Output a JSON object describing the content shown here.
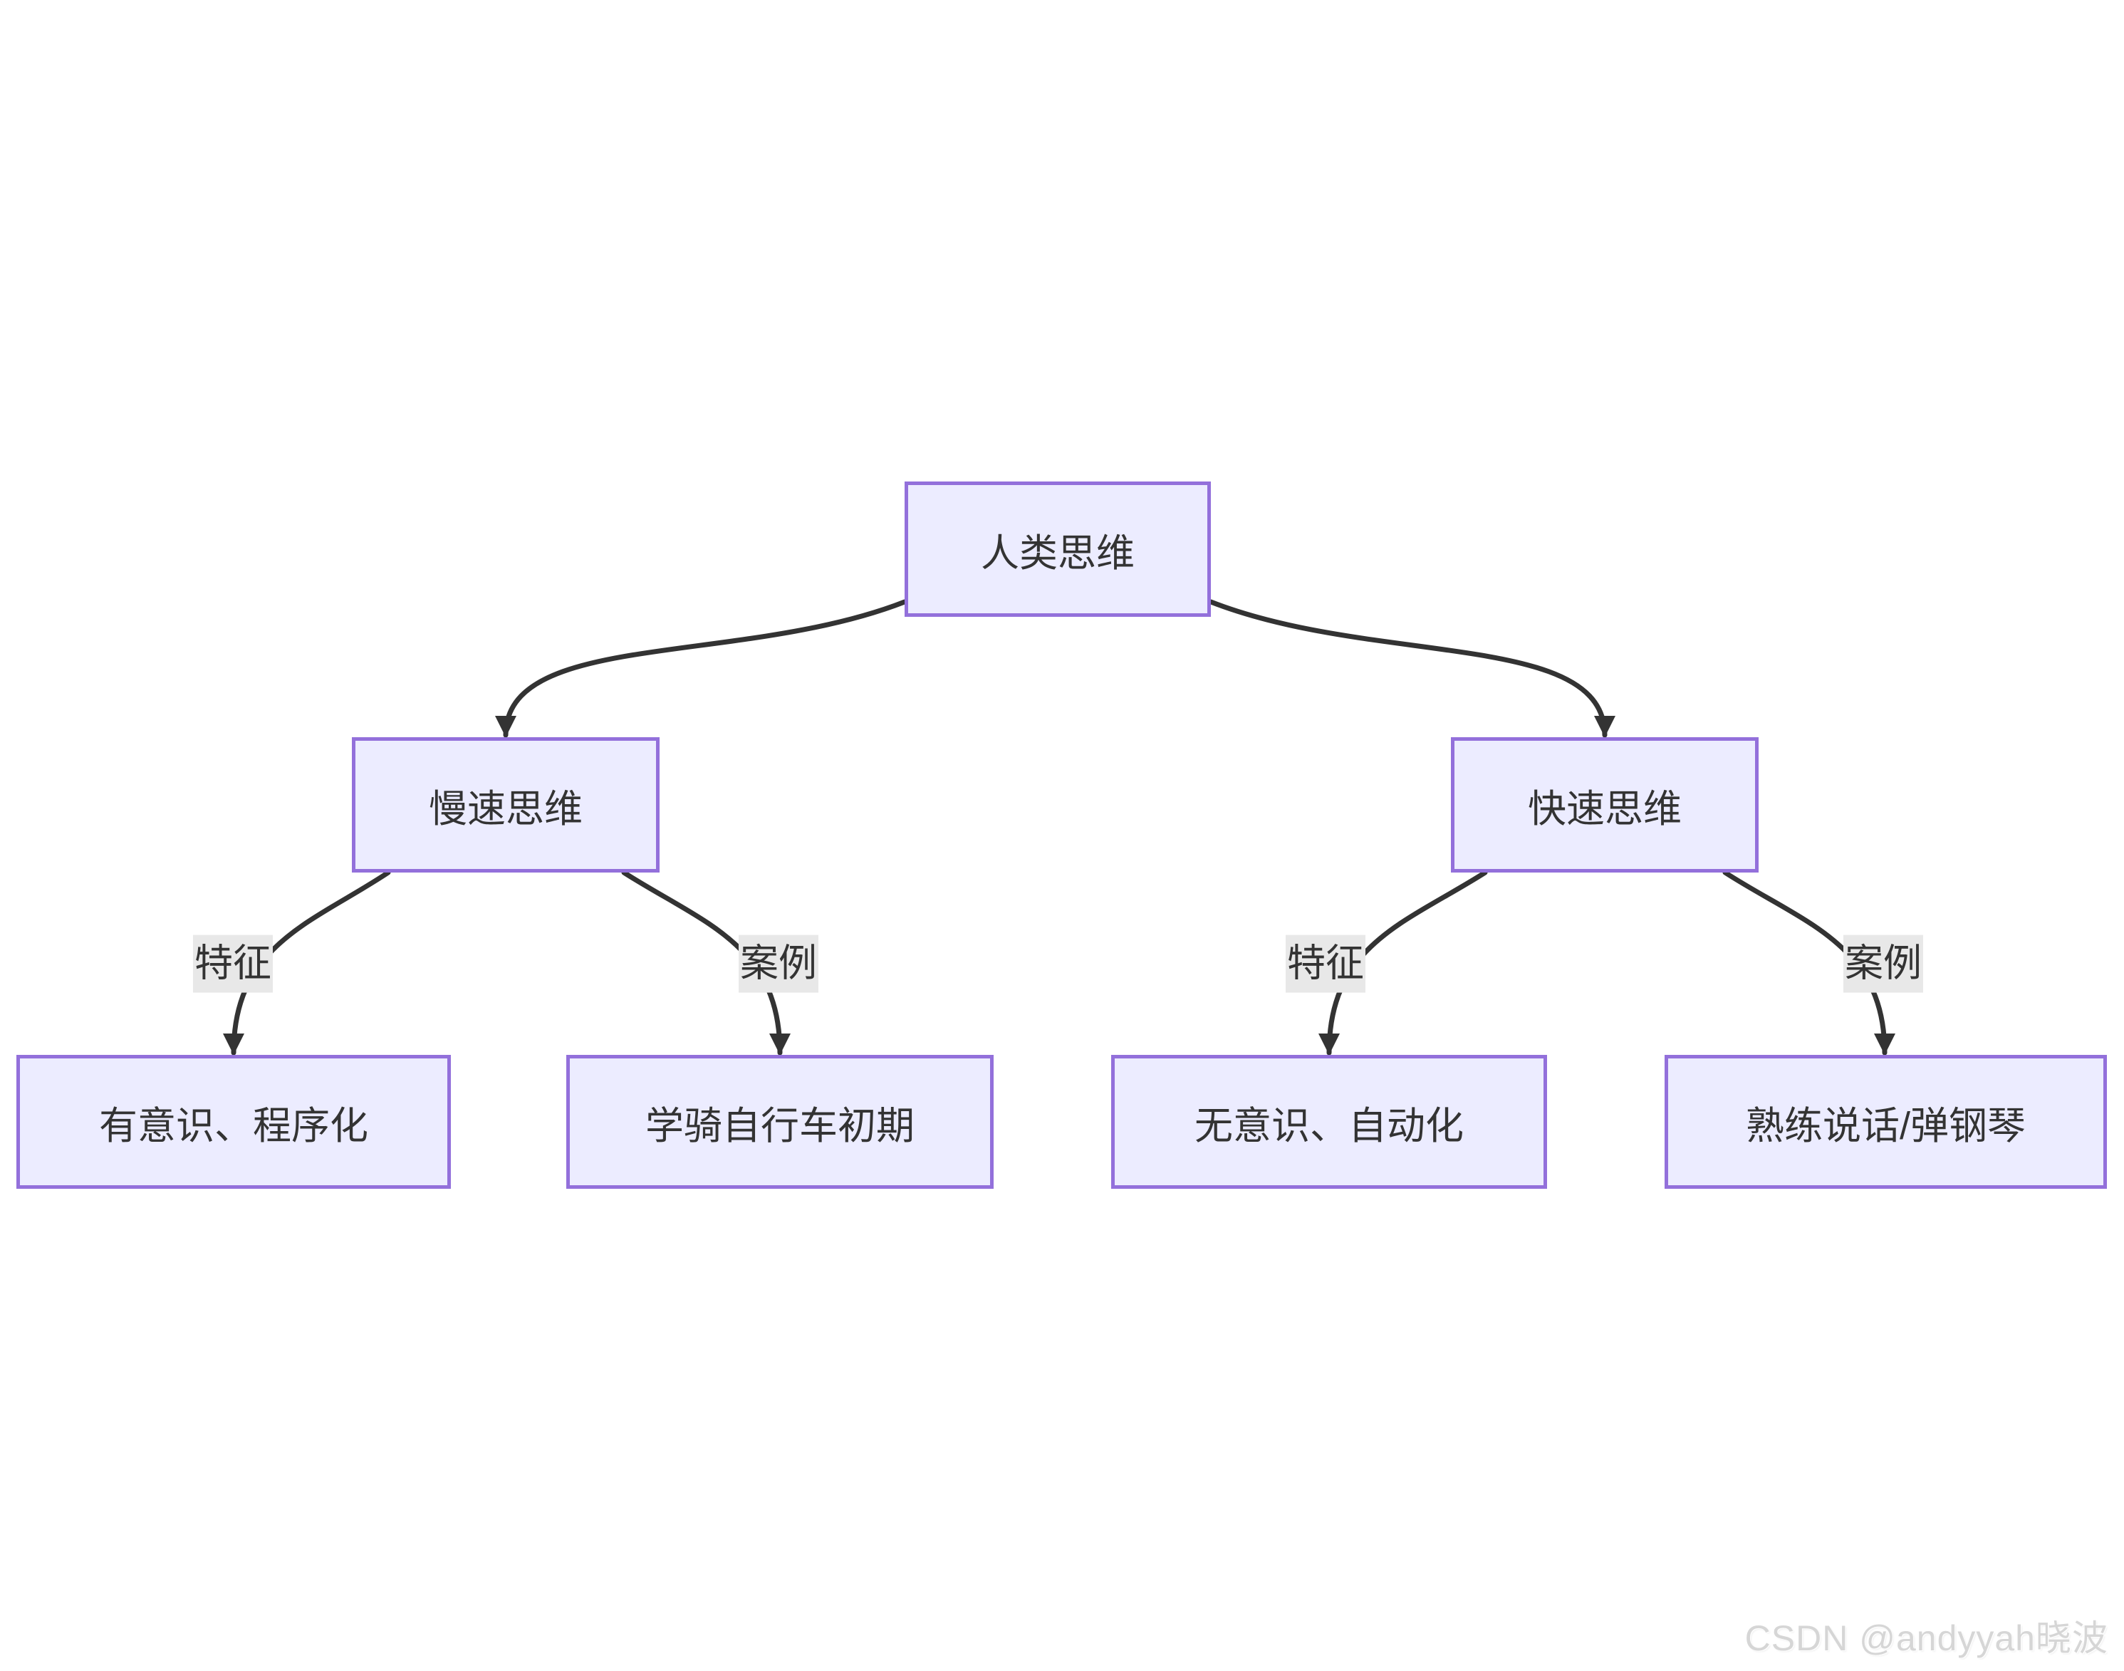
{
  "diagram": {
    "type": "flowchart-top-down",
    "nodes": {
      "human_thinking": {
        "label": "人类思维"
      },
      "slow_thinking": {
        "label": "慢速思维"
      },
      "fast_thinking": {
        "label": "快速思维"
      },
      "slow_feature": {
        "label": "有意识、程序化"
      },
      "slow_case": {
        "label": "学骑自行车初期"
      },
      "fast_feature": {
        "label": "无意识、自动化"
      },
      "fast_case": {
        "label": "熟练说话/弹钢琴"
      }
    },
    "edges": [
      {
        "from": "human_thinking",
        "to": "slow_thinking",
        "label": ""
      },
      {
        "from": "human_thinking",
        "to": "fast_thinking",
        "label": ""
      },
      {
        "from": "slow_thinking",
        "to": "slow_feature",
        "label": "特征"
      },
      {
        "from": "slow_thinking",
        "to": "slow_case",
        "label": "案例"
      },
      {
        "from": "fast_thinking",
        "to": "fast_feature",
        "label": "特征"
      },
      {
        "from": "fast_thinking",
        "to": "fast_case",
        "label": "案例"
      }
    ],
    "colors": {
      "background": "#ffffff",
      "node_fill": "#ECECFF",
      "node_border": "#9370DB",
      "edge_line": "#333333",
      "edge_label_bg": "#e8e8e8",
      "text": "#333333",
      "watermark_text": "#d6d6d6"
    }
  },
  "watermark": {
    "text": "CSDN @andyyah晓波"
  }
}
